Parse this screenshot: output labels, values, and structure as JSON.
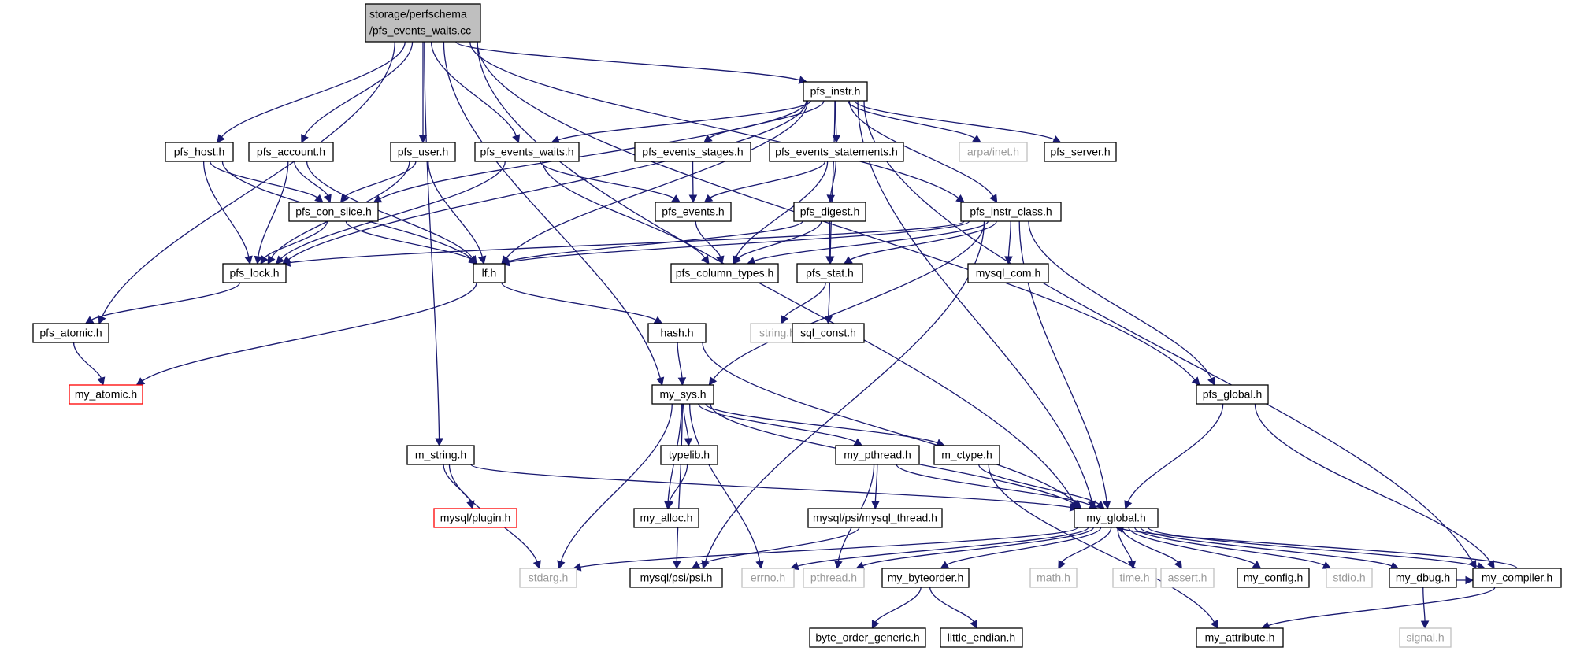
{
  "colors": {
    "edge": "#191970",
    "node_border": "#000000",
    "node_fill": "#ffffff",
    "root_fill": "#bfbfbf",
    "missing_border": "#bfbfbf",
    "missing_text": "#9a9a9a",
    "incomplete_border": "#ff0000"
  },
  "nodes": {
    "root": {
      "line1": "storage/perfschema",
      "line2": "/pfs_events_waits.cc"
    },
    "pfs_instr_h": "pfs_instr.h",
    "pfs_host_h": "pfs_host.h",
    "pfs_account_h": "pfs_account.h",
    "pfs_user_h": "pfs_user.h",
    "pfs_events_waits_h": "pfs_events_waits.h",
    "pfs_events_stages_h": "pfs_events_stages.h",
    "pfs_events_statements_h": "pfs_events_statements.h",
    "arpa_inet_h": "arpa/inet.h",
    "pfs_server_h": "pfs_server.h",
    "pfs_con_slice_h": "pfs_con_slice.h",
    "pfs_events_h": "pfs_events.h",
    "pfs_digest_h": "pfs_digest.h",
    "pfs_instr_class_h": "pfs_instr_class.h",
    "pfs_lock_h": "pfs_lock.h",
    "lf_h": "lf.h",
    "pfs_column_types_h": "pfs_column_types.h",
    "pfs_stat_h": "pfs_stat.h",
    "mysql_com_h": "mysql_com.h",
    "pfs_atomic_h": "pfs_atomic.h",
    "string_h": "string.h",
    "sql_const_h": "sql_const.h",
    "hash_h": "hash.h",
    "my_atomic_h": "my_atomic.h",
    "my_sys_h": "my_sys.h",
    "pfs_global_h": "pfs_global.h",
    "m_string_h": "m_string.h",
    "typelib_h": "typelib.h",
    "my_pthread_h": "my_pthread.h",
    "m_ctype_h": "m_ctype.h",
    "mysql_plugin_h": "mysql/plugin.h",
    "my_alloc_h": "my_alloc.h",
    "mysql_thread_h": "mysql/psi/mysql_thread.h",
    "my_global_h": "my_global.h",
    "stdarg_h": "stdarg.h",
    "psi_h": "mysql/psi/psi.h",
    "errno_h": "errno.h",
    "pthread_h": "pthread.h",
    "my_byteorder_h": "my_byteorder.h",
    "math_h": "math.h",
    "time_h": "time.h",
    "assert_h": "assert.h",
    "my_config_h": "my_config.h",
    "stdio_h": "stdio.h",
    "my_dbug_h": "my_dbug.h",
    "my_compiler_h": "my_compiler.h",
    "byte_order_generic_h": "byte_order_generic.h",
    "little_endian_h": "little_endian.h",
    "my_attribute_h": "my_attribute.h",
    "signal_h": "signal.h"
  }
}
